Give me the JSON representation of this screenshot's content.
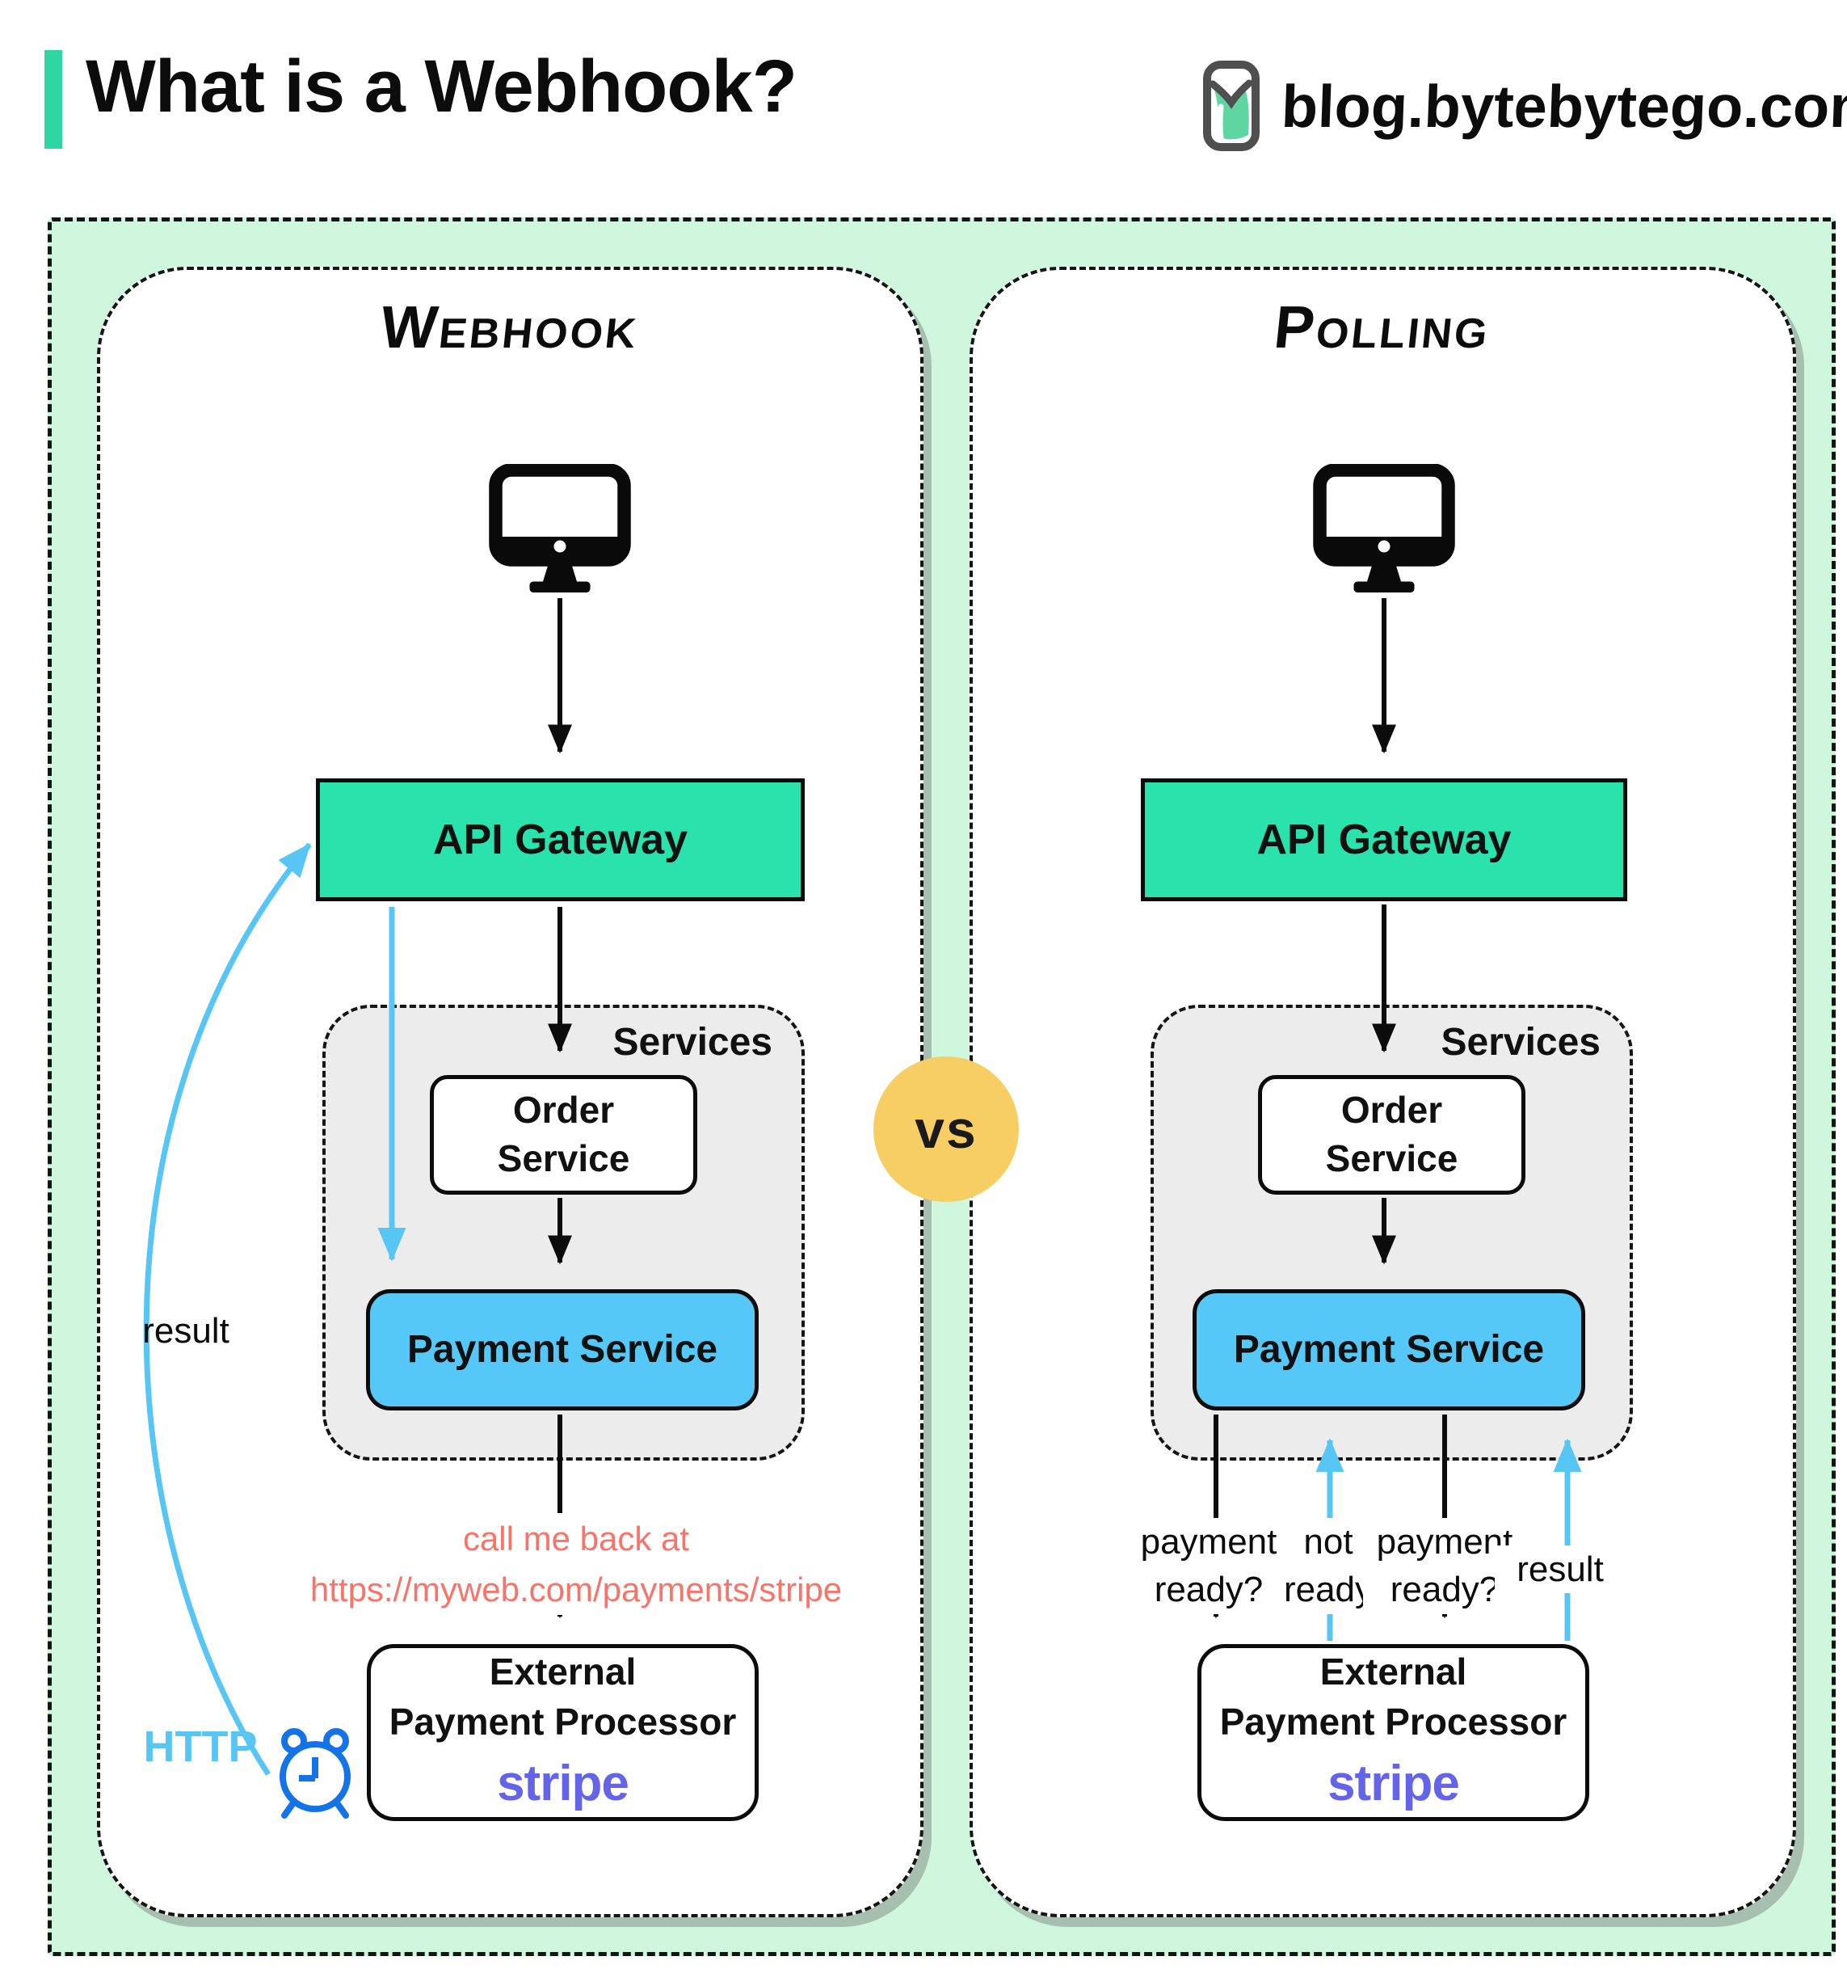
{
  "header": {
    "title": "What is a Webhook?",
    "site": "blog.bytebytego.com"
  },
  "vs": "vs",
  "webhook": {
    "title": "Webhook",
    "api_gateway": "API Gateway",
    "services_label": "Services",
    "order_line1": "Order",
    "order_line2": "Service",
    "payment_service": "Payment Service",
    "external_line1": "External",
    "external_line2": "Payment Processor",
    "processor_brand": "stripe",
    "callback_line1": "call me back at",
    "callback_line2": "https://myweb.com/payments/stripe",
    "result_label": "result",
    "http_label": "HTTP"
  },
  "polling": {
    "title": "Polling",
    "api_gateway": "API Gateway",
    "services_label": "Services",
    "order_line1": "Order",
    "order_line2": "Service",
    "payment_service": "Payment Service",
    "external_line1": "External",
    "external_line2": "Payment Processor",
    "processor_brand": "stripe",
    "q1_line1": "payment",
    "q1_line2": "ready?",
    "a1_line1": "not",
    "a1_line2": "ready",
    "q2_line1": "payment",
    "q2_line2": "ready?",
    "result_label": "result"
  },
  "colors": {
    "accent_teal": "#2fd5a2",
    "mint_background": "#cef7de",
    "gateway_green": "#29e2ac",
    "payment_blue": "#55c8f7",
    "vs_yellow": "#f7ce64",
    "callback_salmon": "#f97369",
    "stripe_purple": "#6364e8",
    "arrow_cyan": "#58c6f5",
    "clock_blue": "#1473e6"
  }
}
